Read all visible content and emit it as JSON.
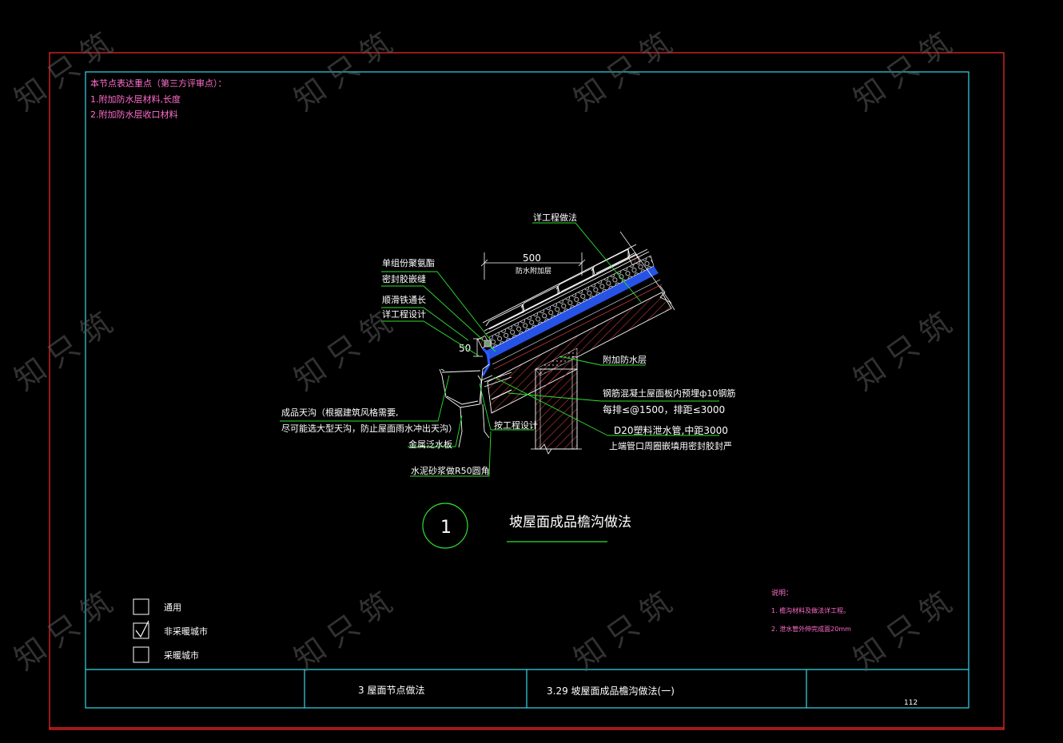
{
  "colors": {
    "background": "#000000",
    "outer_frame": "#ff2a2a",
    "inner_frame": "#34d8e8",
    "leader": "#2ee02e",
    "label": "#ffffff",
    "note": "#ff6ecb",
    "hatch": "#c83a3a",
    "waterproof": "#2a5cff",
    "dim": "#ffffff"
  },
  "review_notes": {
    "heading": "本节点表达重点（第三方评审点）：",
    "items": [
      "1.附加防水层材料,长度",
      "2.附加防水层收口材料"
    ]
  },
  "callouts": {
    "see_project_top": "详工程做法",
    "dim_500": "500",
    "dim_500_label": "防水附加层",
    "cement_mortar_pad": "单组份聚氨酯",
    "sealant_seam": "密封胶嵌缝",
    "wood_strip": "顺滑铁通长",
    "see_project_design": "详工程设计",
    "dim_50": "50",
    "extra_waterproof": "附加防水层",
    "rebar_line1": "钢筋混凝土屋面板内预埋ф10钢筋",
    "rebar_line2": "每排≤@1500，排距≤3000",
    "drain_line1": "D20塑料泄水管,中距3000",
    "drain_line2": "上端管口周圈嵌填用密封胶封严",
    "gutter_line1": "成品天沟（根据建筑风格需要,",
    "gutter_line2": "尽可能选大型天沟，防止屋面雨水冲出天沟）",
    "see_project_design2": "按工程设计",
    "metal_flashing": "金属泛水板",
    "cement_fillet": "水泥砂浆做R50圆角"
  },
  "detail": {
    "number": "1",
    "title": "坡屋面成品檐沟做法"
  },
  "legend": [
    {
      "label": "通用",
      "checked": false
    },
    {
      "label": "非采暖城市",
      "checked": true
    },
    {
      "label": "采暖城市",
      "checked": false
    }
  ],
  "remarks": {
    "heading": "说明：",
    "items": [
      "1. 檐沟材料及做法详工程。",
      "2. 泄水管外伸完成面20mm"
    ]
  },
  "title_block": {
    "chapter": "3  屋面节点做法",
    "section": "3.29  坡屋面成品檐沟做法(一)",
    "page": "112"
  },
  "watermark": "知 只 筑"
}
